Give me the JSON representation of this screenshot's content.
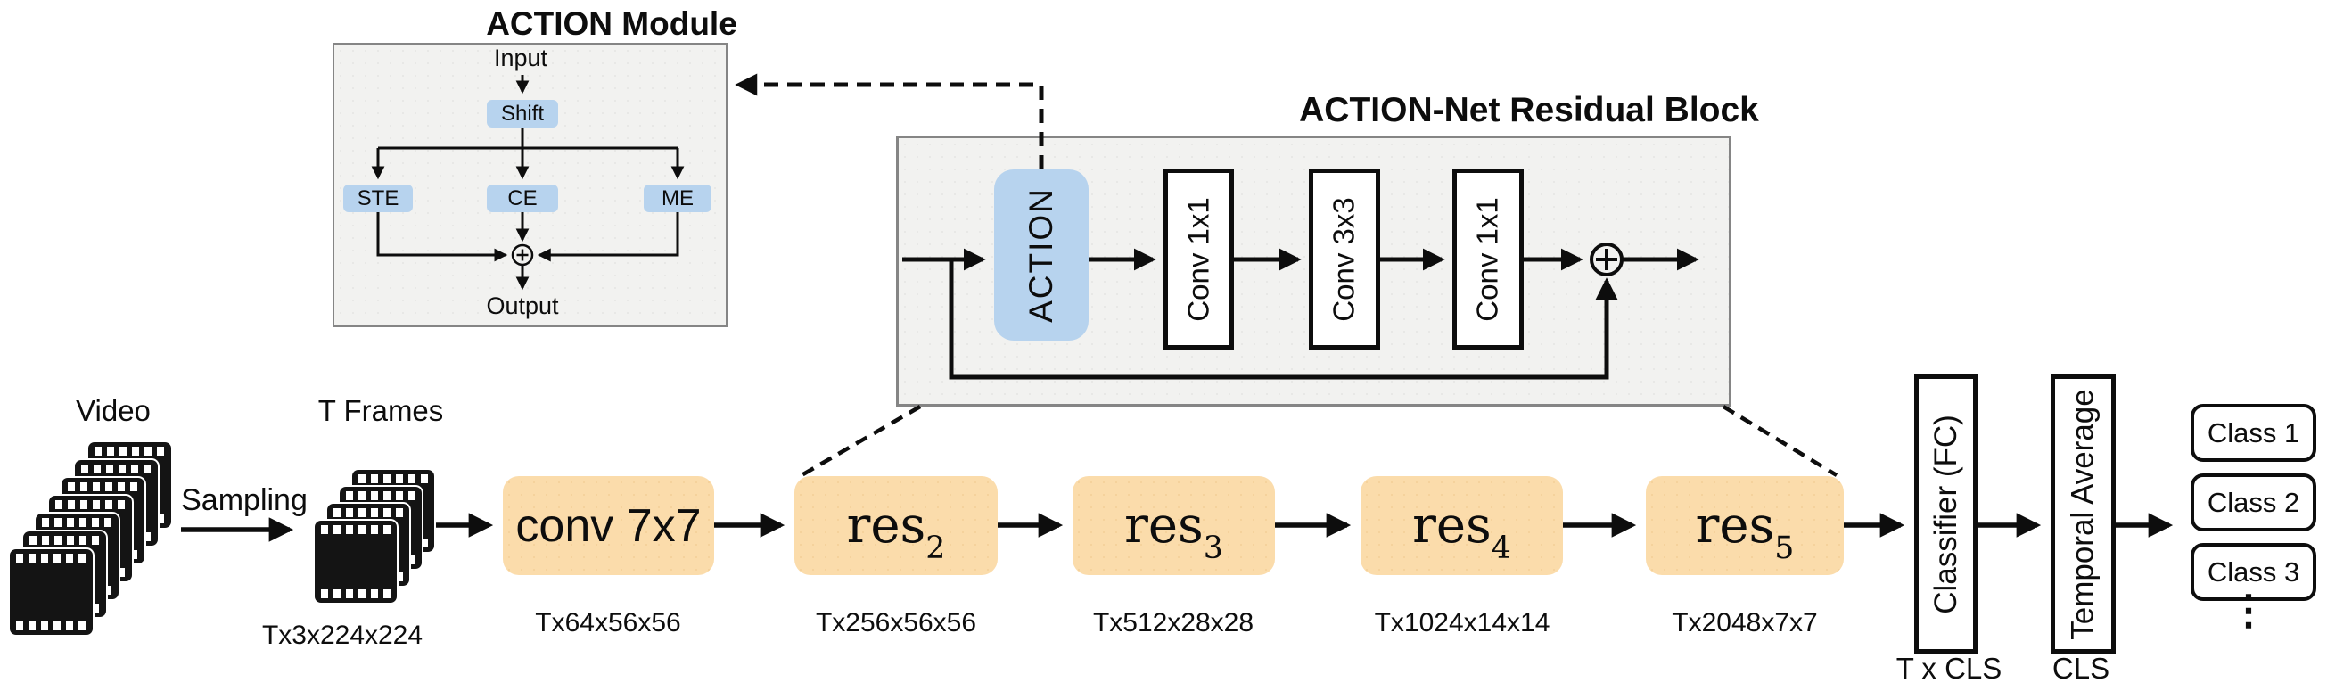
{
  "module": {
    "title": "ACTION Module",
    "input_label": "Input",
    "shift_label": "Shift",
    "ste_label": "STE",
    "ce_label": "CE",
    "me_label": "ME",
    "output_label": "Output"
  },
  "residual": {
    "title": "ACTION-Net Residual Block",
    "action_label": "ACTION",
    "conv_labels": [
      "Conv 1x1",
      "Conv 3x3",
      "Conv 1x1"
    ]
  },
  "input_stage": {
    "video_label": "Video",
    "sampling_label": "Sampling",
    "tframes_label": "T Frames",
    "tframes_dim": "Tx3x224x224",
    "video_frame_count": 7,
    "t_frame_count": 4
  },
  "backbone": {
    "stages": [
      {
        "name": "conv 7x7",
        "sub": "",
        "dim": "Tx64x56x56"
      },
      {
        "name": "res",
        "sub": "2",
        "dim": "Tx256x56x56"
      },
      {
        "name": "res",
        "sub": "3",
        "dim": "Tx512x28x28"
      },
      {
        "name": "res",
        "sub": "4",
        "dim": "Tx1024x14x14"
      },
      {
        "name": "res",
        "sub": "5",
        "dim": "Tx2048x7x7"
      }
    ]
  },
  "head": {
    "classifier_label": "Classifier (FC)",
    "classifier_dim": "T x CLS",
    "temporal_label": "Temporal Average",
    "temporal_dim": "CLS",
    "classes": [
      "Class 1",
      "Class 2",
      "Class 3"
    ],
    "ellipsis": "⋮"
  },
  "colors": {
    "blue": "#b7d3ee",
    "orange": "#fbdcab",
    "panel_fill": "#f2f2f0",
    "panel_border": "#858585",
    "line": "#0d0d0d"
  }
}
